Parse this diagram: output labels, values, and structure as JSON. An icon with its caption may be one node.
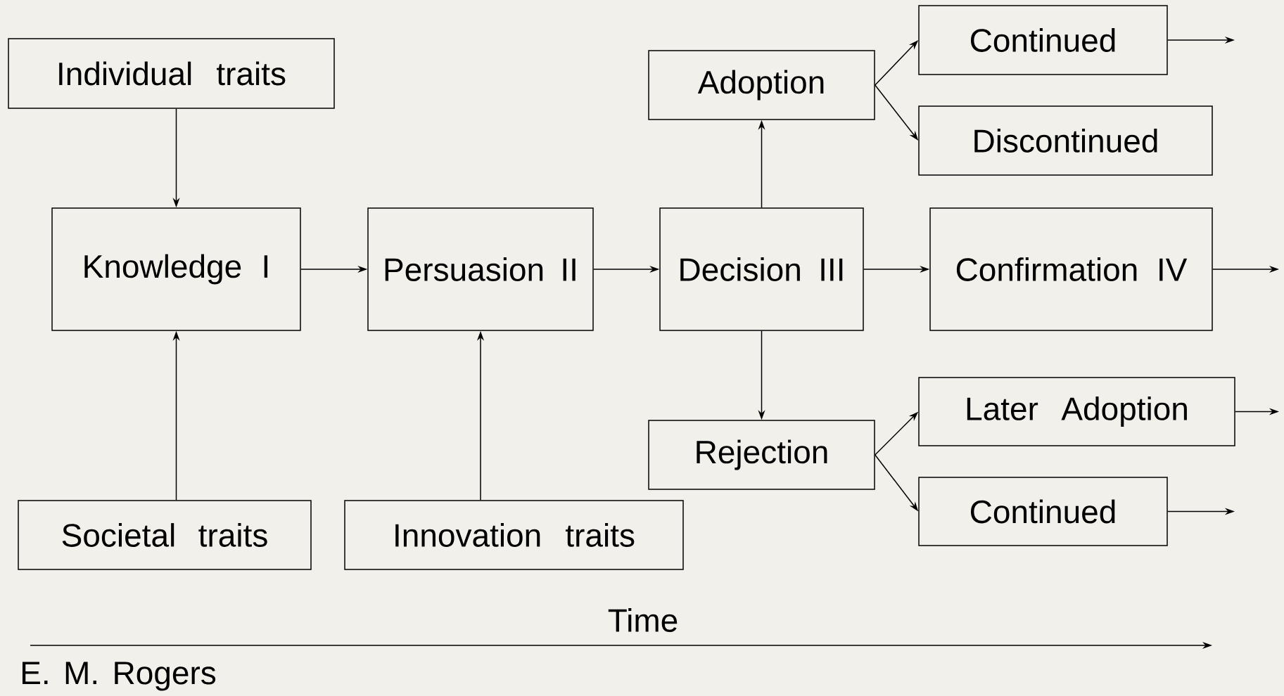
{
  "diagram": {
    "nodes": [
      {
        "text": [
          "Individual traits"
        ]
      },
      {
        "text": [
          "Knowledge I"
        ]
      },
      {
        "text": [
          "Persuasion II"
        ]
      },
      {
        "text": [
          "Decision III"
        ]
      },
      {
        "text": [
          "Confirmation IV"
        ]
      },
      {
        "text": [
          "Adoption"
        ]
      },
      {
        "text": [
          "Continued"
        ]
      },
      {
        "text": [
          "Discontinued"
        ]
      },
      {
        "text": [
          "Rejection"
        ]
      },
      {
        "text": [
          "Later Adoption"
        ]
      },
      {
        "text": [
          "Continued"
        ]
      },
      {
        "text": [
          "Societal traits"
        ]
      },
      {
        "text": [
          "Innovation traits"
        ]
      }
    ],
    "edges": [
      {
        "from": 0,
        "to": 1,
        "arrow": "to"
      },
      {
        "from": 11,
        "to": 1,
        "arrow": "to"
      },
      {
        "from": 12,
        "to": 2,
        "arrow": "to"
      },
      {
        "from": 1,
        "to": 2,
        "arrow": "to"
      },
      {
        "from": 2,
        "to": 3,
        "arrow": "to"
      },
      {
        "from": 3,
        "to": 4,
        "arrow": "to"
      },
      {
        "from": 4,
        "to": null,
        "arrow": "to"
      },
      {
        "from": 3,
        "to": 5,
        "arrow": "to"
      },
      {
        "from": 3,
        "to": 8,
        "arrow": "to"
      },
      {
        "from": 5,
        "to": 6,
        "arrow": "to"
      },
      {
        "from": 5,
        "to": 7,
        "arrow": "to"
      },
      {
        "from": 6,
        "to": null,
        "arrow": "to"
      },
      {
        "from": 8,
        "to": 9,
        "arrow": "to"
      },
      {
        "from": 8,
        "to": 10,
        "arrow": "to"
      },
      {
        "from": 9,
        "to": null,
        "arrow": "to"
      },
      {
        "from": 10,
        "to": null,
        "arrow": "to"
      }
    ],
    "labels": [
      "Time",
      "E. M. Rogers"
    ]
  }
}
